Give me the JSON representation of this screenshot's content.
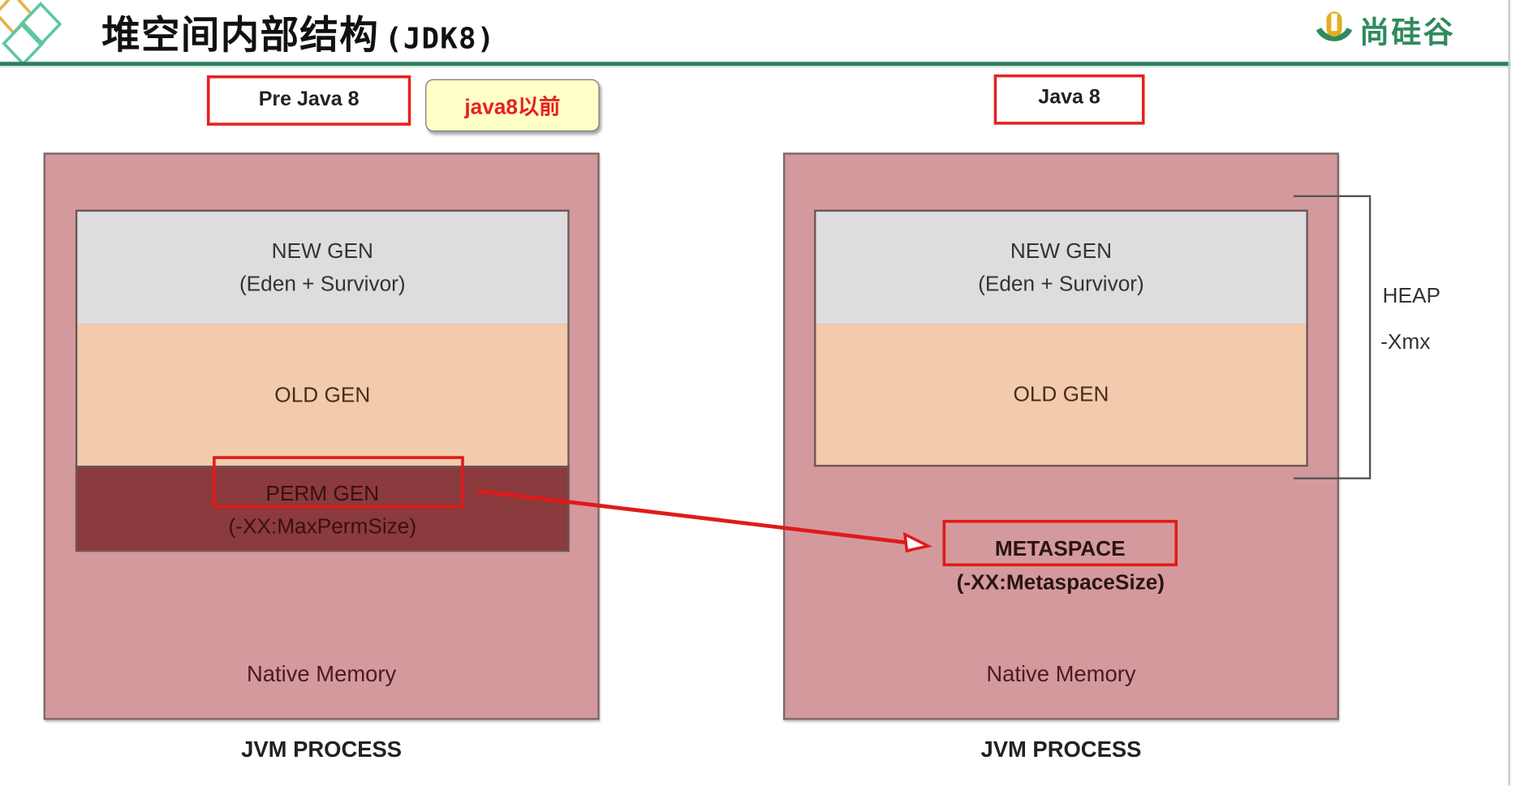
{
  "header": {
    "title": "堆空间内部结构",
    "title_suffix": "(JDK8)",
    "logo_text": "尚硅谷",
    "logo_icon": "u-logo-icon",
    "decor_icon": "diamonds-icon"
  },
  "colors": {
    "accent_green": "#2e7d5b",
    "highlight_red": "#e8201e",
    "callout_yellow": "#ffffc8",
    "native_memory": "#d4999c",
    "new_gen": "#dedcdf",
    "old_gen": "#f1cbab",
    "perm_gen": "#8b3a3d"
  },
  "left": {
    "heading": "Pre Java 8",
    "callout": "java8以前",
    "new_gen": "NEW GEN",
    "new_gen_sub": "(Eden + Survivor)",
    "old_gen": "OLD GEN",
    "perm_gen": "PERM GEN",
    "perm_gen_sub": "(-XX:MaxPermSize)",
    "native": "Native Memory",
    "caption": "JVM PROCESS"
  },
  "right": {
    "heading": "Java 8",
    "new_gen": "NEW GEN",
    "new_gen_sub": "(Eden + Survivor)",
    "old_gen": "OLD GEN",
    "heap_label": "HEAP",
    "heap_flag": "-Xmx",
    "metaspace": "METASPACE",
    "metaspace_sub": "(-XX:MetaspaceSize)",
    "native": "Native Memory",
    "caption": "JVM PROCESS"
  },
  "arrow": {
    "from": "PERM GEN",
    "to": "METASPACE"
  }
}
